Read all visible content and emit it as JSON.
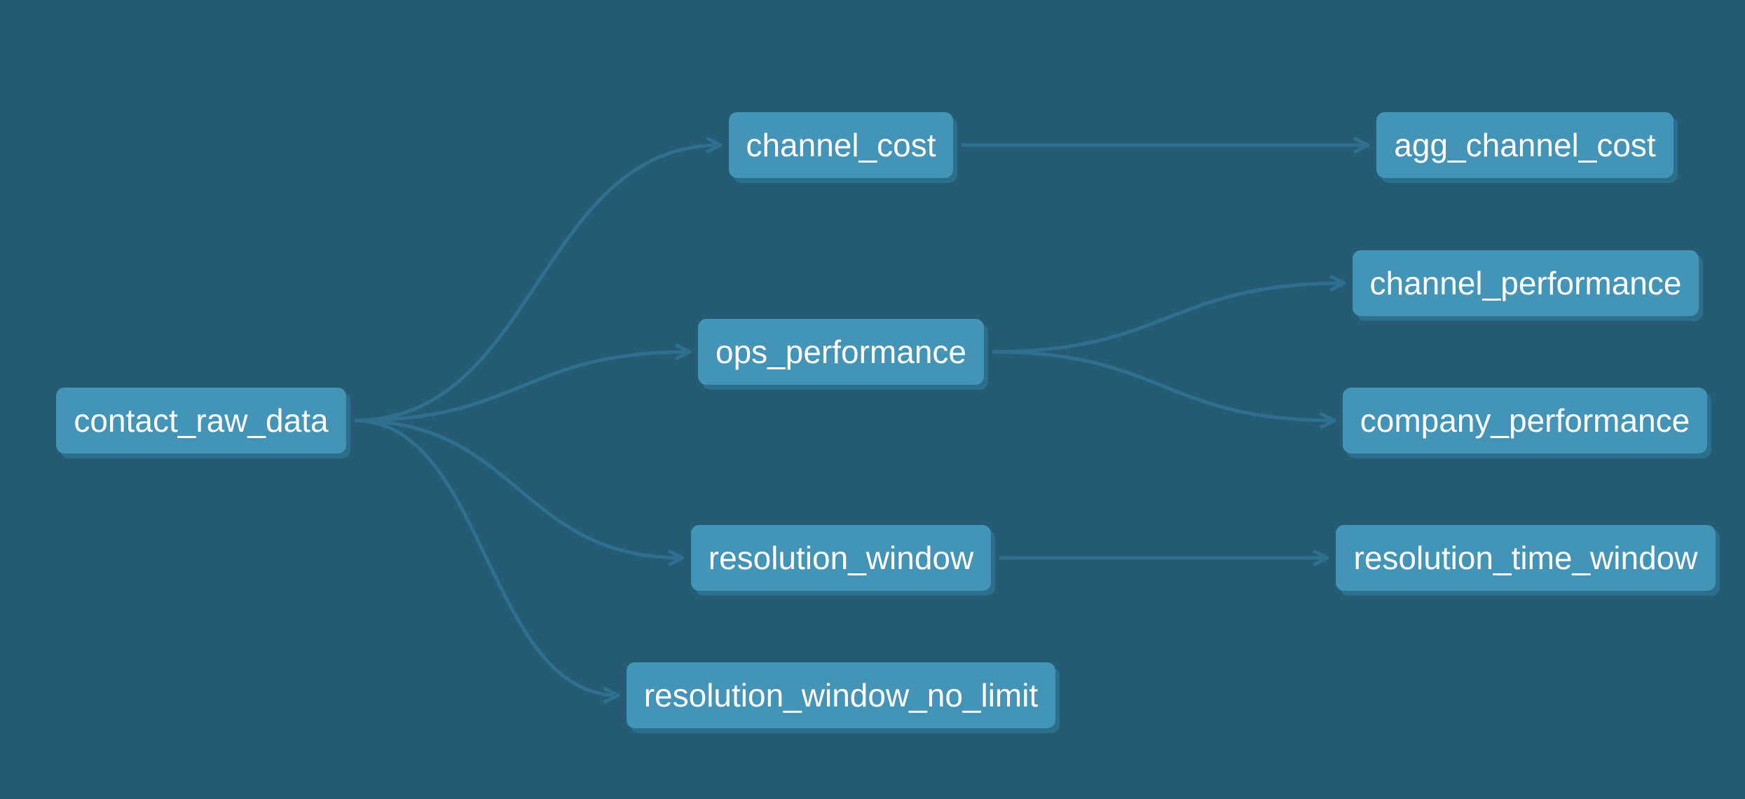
{
  "theme": {
    "background": "#265b76",
    "node_fill": "#4394b6",
    "node_shadow": "#2b6f8c",
    "node_text": "#ffffff",
    "edge_color": "#2f7090"
  },
  "nodes": {
    "contact_raw_data": "contact_raw_data",
    "channel_cost": "channel_cost",
    "ops_performance": "ops_performance",
    "resolution_window": "resolution_window",
    "resolution_window_no_limit": "resolution_window_no_limit",
    "agg_channel_cost": "agg_channel_cost",
    "channel_performance": "channel_performance",
    "company_performance": "company_performance",
    "resolution_time_window": "resolution_time_window"
  },
  "edges": [
    {
      "from": "contact_raw_data",
      "to": "channel_cost"
    },
    {
      "from": "contact_raw_data",
      "to": "ops_performance"
    },
    {
      "from": "contact_raw_data",
      "to": "resolution_window"
    },
    {
      "from": "contact_raw_data",
      "to": "resolution_window_no_limit"
    },
    {
      "from": "channel_cost",
      "to": "agg_channel_cost"
    },
    {
      "from": "ops_performance",
      "to": "channel_performance"
    },
    {
      "from": "ops_performance",
      "to": "company_performance"
    },
    {
      "from": "resolution_window",
      "to": "resolution_time_window"
    }
  ]
}
